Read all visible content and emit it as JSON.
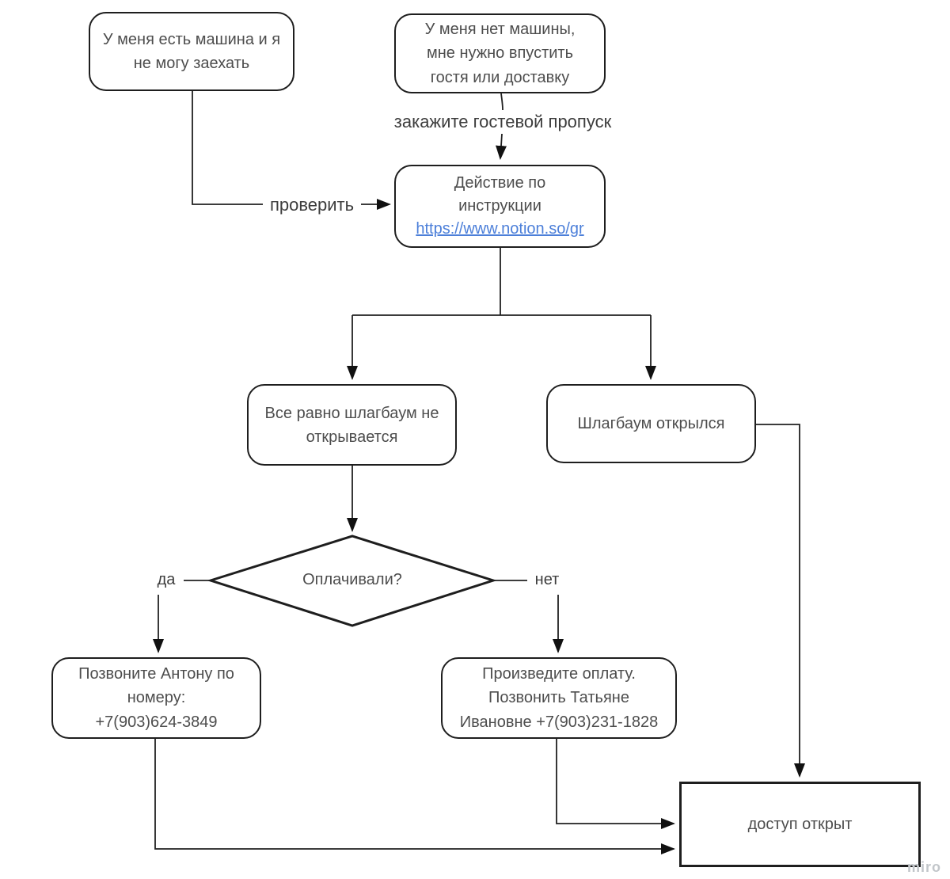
{
  "board": {
    "watermark": "miro"
  },
  "nodes": {
    "have_car": {
      "lines": [
        "У меня есть машина и я",
        "не могу заехать"
      ]
    },
    "no_car": {
      "lines": [
        "У меня нет машины,",
        "мне нужно впустить",
        "гостя или доставку"
      ]
    },
    "instruction": {
      "lines": [
        "Действие по",
        "инструкции"
      ],
      "link_text": "https://www.notion.so/gr"
    },
    "barrier_not_open": {
      "lines": [
        "Все равно шлагбаум не",
        "открывается"
      ]
    },
    "barrier_opened": {
      "lines": [
        "Шлагбаум открылся"
      ]
    },
    "decision_paid": {
      "label": "Оплачивали?"
    },
    "call_anton": {
      "lines": [
        "Позвоните Антону по",
        "номеру:",
        "+7(903)624-3849"
      ]
    },
    "make_payment": {
      "lines": [
        "Произведите оплату.",
        "Позвонить Татьяне",
        "Ивановне +7(903)231-1828"
      ]
    },
    "access_open": {
      "label": "доступ открыт"
    }
  },
  "edge_labels": {
    "order_guest_pass": "закажите гостевой пропуск",
    "check": "проверить",
    "yes": "да",
    "no": "нет"
  },
  "colors": {
    "line": "#212121",
    "box_border": "#1e1e1e",
    "box_fill": "#ffffff",
    "text": "#4d4d4d",
    "link": "#4c7fd9",
    "watermark": "#c2c6ca"
  }
}
